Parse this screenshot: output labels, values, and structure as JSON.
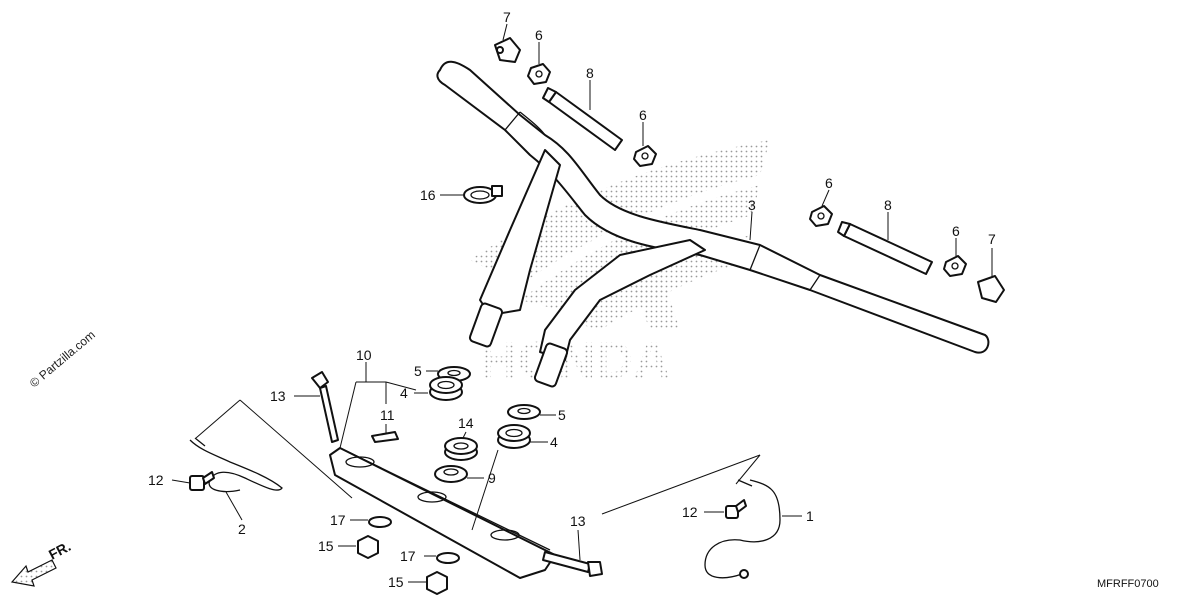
{
  "watermark": {
    "brand": "HONDA"
  },
  "copyright": "© Partzilla.com",
  "diagram_code": "MFRFF0700",
  "direction": {
    "label": "FR."
  },
  "callouts": [
    {
      "id": "c7a",
      "text": "7"
    },
    {
      "id": "c6a",
      "text": "6"
    },
    {
      "id": "c8a",
      "text": "8"
    },
    {
      "id": "c6b",
      "text": "6"
    },
    {
      "id": "c16",
      "text": "16"
    },
    {
      "id": "c3",
      "text": "3"
    },
    {
      "id": "c6c",
      "text": "6"
    },
    {
      "id": "c8b",
      "text": "8"
    },
    {
      "id": "c6d",
      "text": "6"
    },
    {
      "id": "c7b",
      "text": "7"
    },
    {
      "id": "c10",
      "text": "10"
    },
    {
      "id": "c5a",
      "text": "5"
    },
    {
      "id": "c13a",
      "text": "13"
    },
    {
      "id": "c4a",
      "text": "4"
    },
    {
      "id": "c11",
      "text": "11"
    },
    {
      "id": "c14",
      "text": "14"
    },
    {
      "id": "c5b",
      "text": "5"
    },
    {
      "id": "c4b",
      "text": "4"
    },
    {
      "id": "c9",
      "text": "9"
    },
    {
      "id": "c12a",
      "text": "12"
    },
    {
      "id": "c2",
      "text": "2"
    },
    {
      "id": "c17a",
      "text": "17"
    },
    {
      "id": "c15a",
      "text": "15"
    },
    {
      "id": "c13b",
      "text": "13"
    },
    {
      "id": "c17b",
      "text": "17"
    },
    {
      "id": "c15b",
      "text": "15"
    },
    {
      "id": "c12b",
      "text": "12"
    },
    {
      "id": "c1",
      "text": "1"
    }
  ]
}
